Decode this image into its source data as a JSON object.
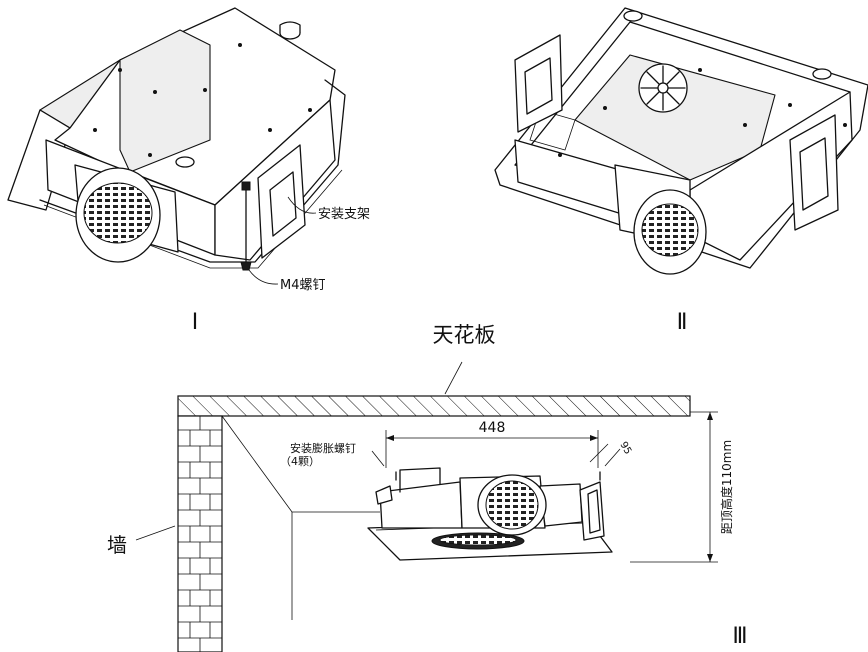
{
  "labels": {
    "bracket": "安装支架",
    "screw": "M4螺钉",
    "step1": "Ⅰ",
    "step2": "Ⅱ",
    "step3": "Ⅲ",
    "ceiling": "天花板",
    "wall": "墙",
    "anchor_line1": "安装膨胀螺钉",
    "anchor_line2": "（4颗）",
    "width_dim": "448",
    "small_dim": "95",
    "height_dim": "距顶高度110mm"
  }
}
